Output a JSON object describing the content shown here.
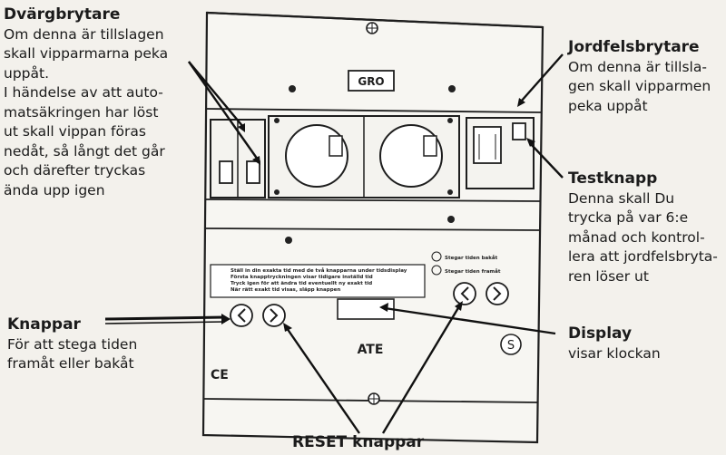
{
  "labels": {
    "dvargbrytare": {
      "title": "Dvärgbrytare",
      "text": "Om denna är tillslagen\nskall vipparmarna peka\nuppåt.\nI händelse av att auto-\nmatsäkringen har löst\nut skall vippan föras\nnedåt, så långt det går\noch därefter tryckas\nända upp igen"
    },
    "jordfelsbrytare": {
      "title": "Jordfelsbrytare",
      "text": "Om denna är tillsla-\ngen skall vipparmen\npeka uppåt"
    },
    "testknapp": {
      "title": "Testknapp",
      "text": "Denna skall Du\ntrycka på var 6:e\nmånad och kontrol-\nlera att jordfelsbryta-\nren löser ut"
    },
    "knappar": {
      "title": "Knappar",
      "text": "För att stega tiden\nframåt eller bakåt"
    },
    "display": {
      "title": "Display",
      "text": "visar klockan"
    },
    "reset": {
      "title": "RESET knappar"
    }
  },
  "device": {
    "brand": "GRO",
    "model": "ATE",
    "ce_mark": "CE",
    "info_text": [
      "Ställ in din exakta tid med de två knapparna under tidsdisplay",
      "Första knapptryckningen visar tidigare inställd tid",
      "Tryck igen för att ändra tid eventuellt ny exakt tid",
      "När rätt exakt tid visas, släpp knappen"
    ],
    "legend_back": "Stegar tiden bakåt",
    "legend_forward": "Stegar tiden framåt"
  }
}
